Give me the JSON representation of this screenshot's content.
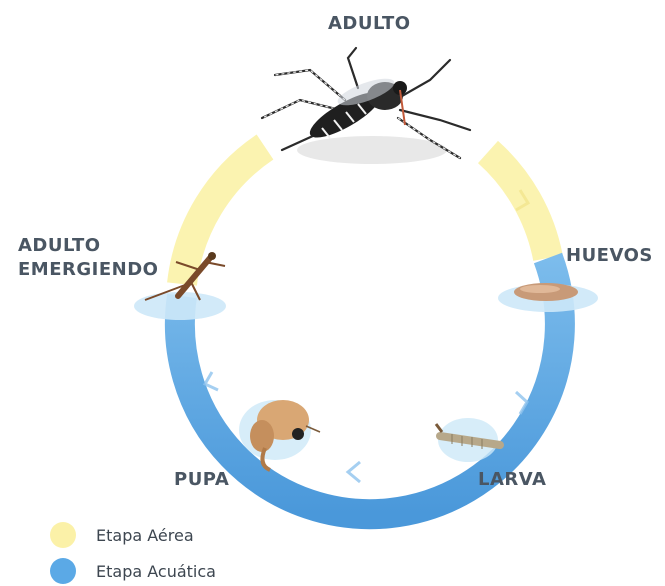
{
  "stages": {
    "adulto": "ADULTO",
    "huevos": "HUEVOS",
    "larva": "LARVA",
    "pupa": "PUPA",
    "adulto_emergiendo_line1": "ADULTO",
    "adulto_emergiendo_line2": "EMERGIENDO"
  },
  "legend": [
    {
      "label": "Etapa Aérea",
      "color": "#fbf1a8"
    },
    {
      "label": "Etapa Acuática",
      "color": "#5ba9e6"
    }
  ],
  "colors": {
    "label_text": "#4a5663",
    "legend_text": "#3d4650",
    "aerial_ring": "#fbf3b0",
    "aquatic_ring": "#5ea9e4",
    "water_highlight": "#cde8f8"
  }
}
